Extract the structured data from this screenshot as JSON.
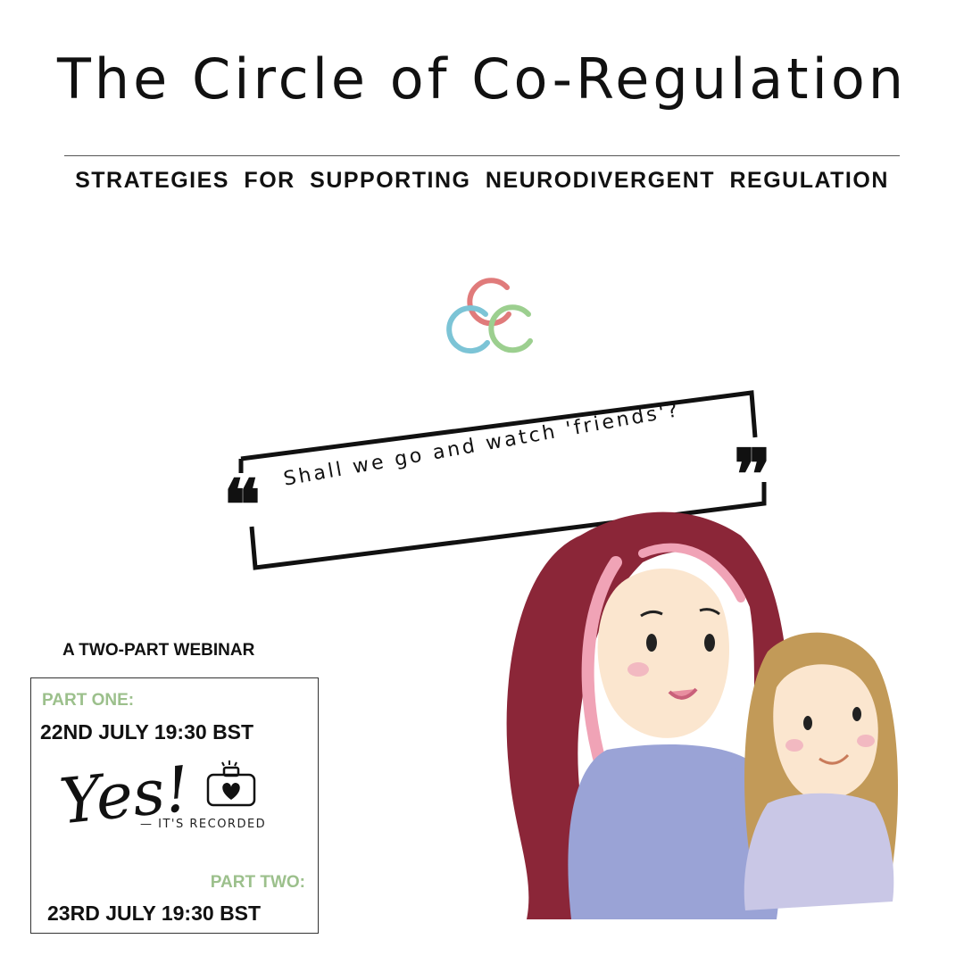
{
  "header": {
    "title": "The Circle of Co-Regulation",
    "subtitle": "STRATEGIES FOR SUPPORTING NEURODIVERGENT REGULATION"
  },
  "logo": {
    "icon": "three-rings-logo-icon",
    "colors": [
      "#e07b7b",
      "#7cc4d6",
      "#9ccf8f"
    ]
  },
  "quote": {
    "text": "Shall we go and watch 'friends'?",
    "open_mark": "❝",
    "close_mark": "❞"
  },
  "webinar": {
    "label": "A TWO-PART WEBINAR",
    "part_one_label": "PART ONE:",
    "part_one_date": "22ND JULY 19:30 BST",
    "yes_text": "Yes!",
    "recorded_text": "— IT'S RECORDED",
    "part_two_label": "PART TWO:",
    "part_two_date": "23RD JULY 19:30 BST",
    "accent_color": "#9cc08c"
  },
  "illustration": {
    "icon": "mother-and-child-illustration"
  }
}
